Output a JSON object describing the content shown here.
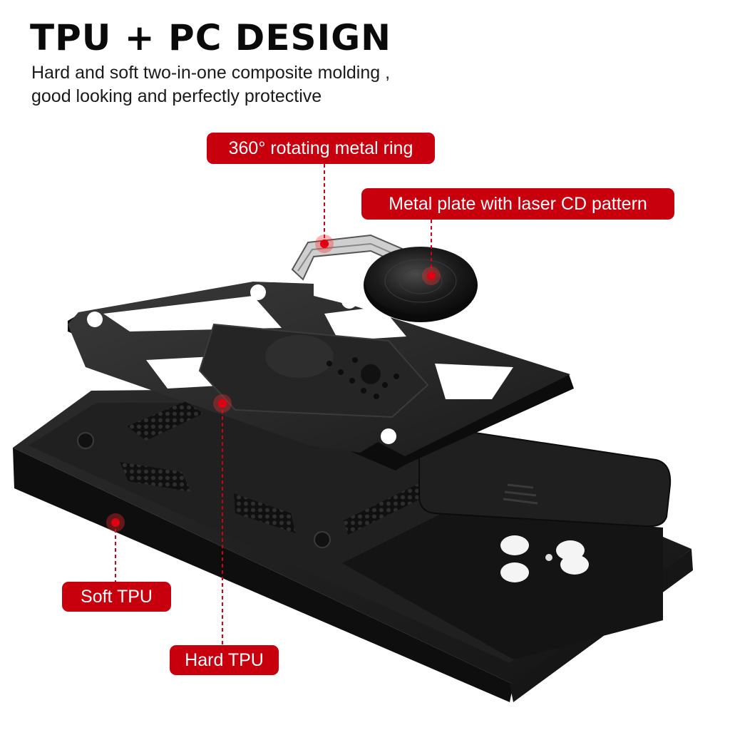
{
  "headline": "TPU + PC DESIGN",
  "subtitle_lines": [
    "Hard and soft two-in-one composite molding ,",
    "good looking and perfectly protective"
  ],
  "callouts": {
    "ring": "360° rotating metal ring",
    "plate": "Metal plate with laser CD pattern",
    "soft_tpu": "Soft TPU",
    "hard_tpu": "Hard TPU"
  },
  "colors": {
    "accent_red": "#c8000e",
    "case_black": "#1c1c1c",
    "text_dark": "#0a0a0a",
    "background": "#ffffff"
  }
}
